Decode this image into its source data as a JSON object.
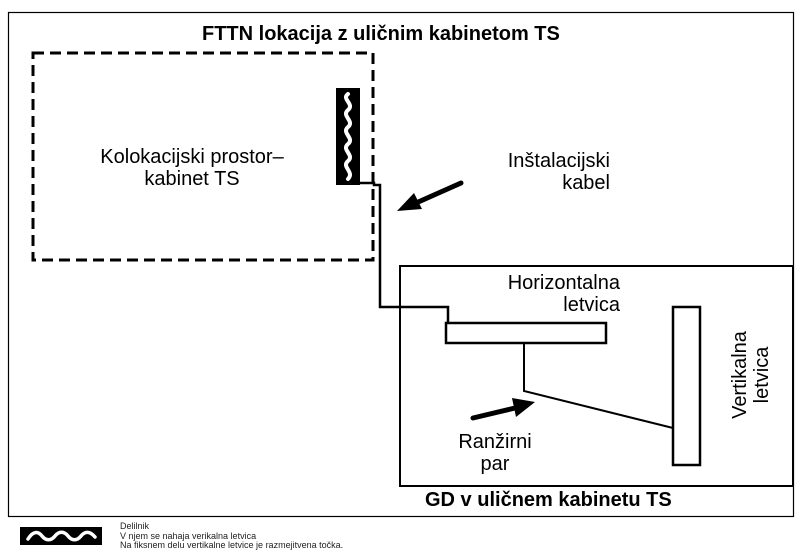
{
  "diagram": {
    "title_top": "FTTN lokacija z uličnim kabinetom TS",
    "title_bottom": "GD v uličnem kabinetu TS",
    "colocation": {
      "line1": "Kolokacijski prostor–",
      "line2": "kabinet TS"
    },
    "installation_cable": {
      "line1": "Inštalacijski",
      "line2": "kabel"
    },
    "horizontal_strip": {
      "line1": "Horizontalna",
      "line2": "letvica"
    },
    "vertical_strip": {
      "line1": "Vertikalna",
      "line2": "letvica"
    },
    "jumper_pair": {
      "line1": "Ranžirni",
      "line2": "par"
    }
  },
  "legend": {
    "icon": "divider-icon",
    "line1": "Delilnik",
    "line2": "V njem se nahaja verikalna letvica",
    "line3": "Na fiksnem delu vertikalne letvice je razmejitvena točka."
  }
}
